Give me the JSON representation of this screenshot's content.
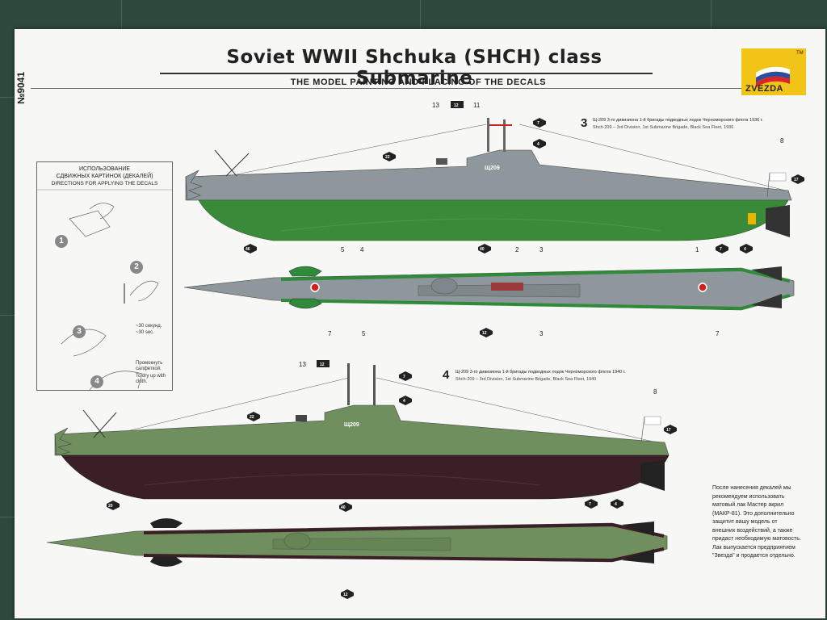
{
  "sheet": {
    "title": "Soviet WWII Shchuka (SHCH) class Submarine",
    "subtitle": "THE MODEL PAINTING AND PLACING OF THE DECALS",
    "catalog_number": "№9041",
    "brand": "ZVEZDA",
    "trademark": "TM"
  },
  "instructions": {
    "title_ru": "ИСПОЛЬЗОВАНИЕ",
    "title_ru2": "СДВИЖНЫХ КАРТИНОК (ДЕКАЛЕЙ)",
    "title_en": "DIRECTIONS FOR APPLYING THE DECALS",
    "steps": [
      {
        "num": "1",
        "text": ""
      },
      {
        "num": "2",
        "text": ""
      },
      {
        "num": "3",
        "text_ru": "~30 секунд.",
        "text_en": "~30 sec."
      },
      {
        "num": "4",
        "text_ru": "Промокнуть салфеткой.",
        "text_en": "To dry up with cloth."
      }
    ]
  },
  "schemes": [
    {
      "num": "3",
      "caption_ru": "Щ-209  3-го дивизиона 1-й бригады подводных лодок Черноморского флота 1936 г.",
      "caption_en": "Shch-209 – 3rd Division, 1st Submarine Brigade, Black Sea Fleet, 1936",
      "hull_number": "Щ209",
      "colors": {
        "upper": "#8e979c",
        "lower": "#3a8a3a"
      }
    },
    {
      "num": "4",
      "caption_ru": "Щ-209  3-го дивизиона 1-й бригады подводных лодок Черноморского флота 1940 г.",
      "caption_en": "Shch-209 – 3rd Division, 1st Submarine Brigade, Black Sea Fleet, 1940",
      "hull_number": "Щ209",
      "colors": {
        "upper": "#6f8f5f",
        "lower": "#3a1f26"
      }
    }
  ],
  "callouts": {
    "s3_13": "13",
    "s3_12": "12",
    "s3_11": "11",
    "s3_7": "7",
    "s3_4": "4",
    "s3_22": "22",
    "s3_8": "8",
    "s3_17": "17",
    "s3_5": "5",
    "s3_4b": "4",
    "s3_2": "2",
    "s3_3": "3",
    "s3_1": "1",
    "s3_7b": "7",
    "s3_4c": "4",
    "s3_46": "46",
    "s3_40": "40",
    "s3_12b": "12",
    "s3_7c": "7",
    "s3_5b": "5",
    "s3_3b": "3",
    "s3_7d": "7",
    "s4_13": "13",
    "s4_12": "12",
    "s4_7": "7",
    "s4_4": "4",
    "s4_22": "22",
    "s4_8": "8",
    "s4_17": "17",
    "s4_20": "20",
    "s4_40": "40",
    "s4_7b": "7",
    "s4_4b": "4",
    "s4_12b": "12"
  },
  "note_ru": "После нанесения декалей мы рекомендуем использовать матовый лак Мастер акрил (МАКР-81). Это дополнительно защитит вашу модель от внешних воздействий, а также придаст необходимую матовость. Лак выпускается предприятием \"Звезда\" и продается отдельно."
}
